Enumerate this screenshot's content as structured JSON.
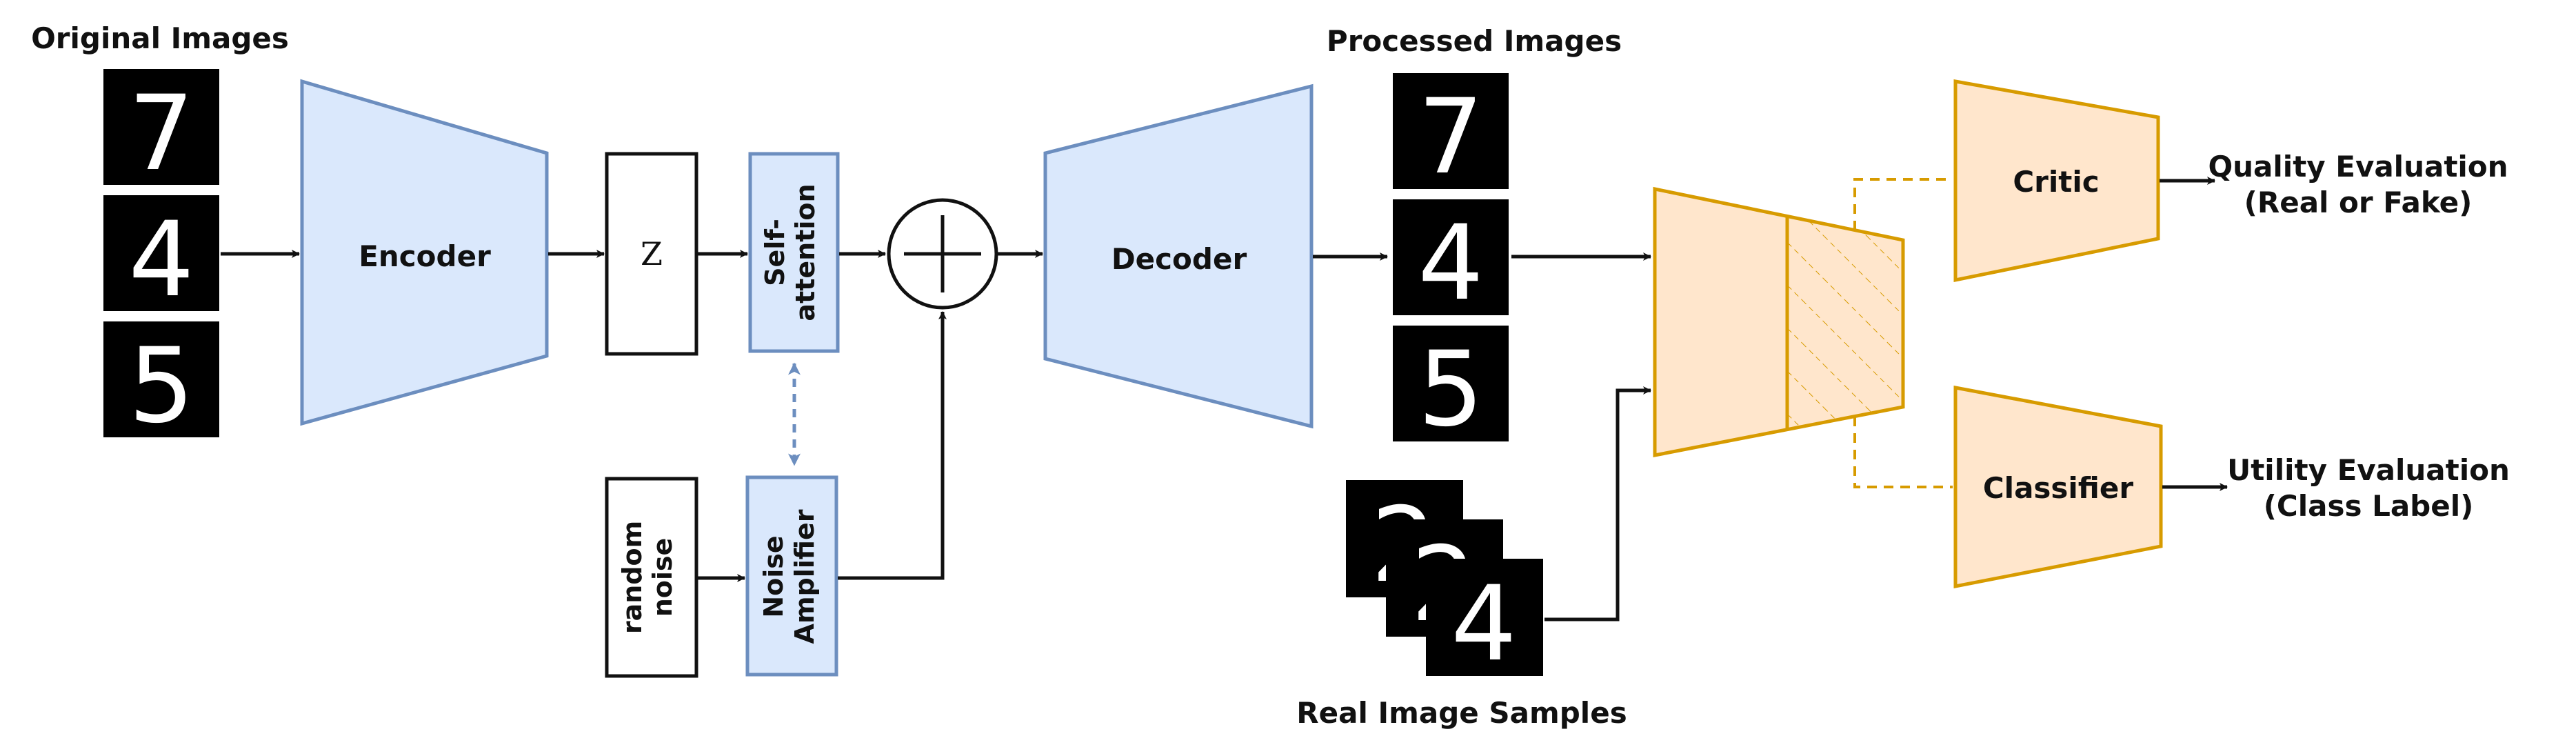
{
  "labels": {
    "original_images": "Original Images",
    "processed_images": "Processed Images",
    "real_image_samples": "Real Image Samples",
    "encoder": "Encoder",
    "decoder": "Decoder",
    "z": "Z",
    "self_attention_1": "Self-",
    "self_attention_2": "attention",
    "random_noise_1": "random",
    "random_noise_2": "noise",
    "noise_amplifier_1": "Noise",
    "noise_amplifier_2": "Amplifier",
    "critic": "Critic",
    "classifier": "Classifier",
    "quality_eval_1": "Quality Evaluation",
    "quality_eval_2": "(Real or Fake)",
    "utility_eval_1": "Utility Evaluation",
    "utility_eval_2": "(Class Label)"
  },
  "digits": {
    "original": [
      "7",
      "4",
      "5"
    ],
    "processed": [
      "7",
      "4",
      "5"
    ],
    "real_samples": [
      "2",
      "2",
      "4"
    ]
  },
  "colors": {
    "blue_fill": "#dae8fc",
    "blue_stroke": "#6c8ebf",
    "orange_fill": "#ffe6cc",
    "orange_stroke": "#d79b00",
    "line": "#111111"
  }
}
